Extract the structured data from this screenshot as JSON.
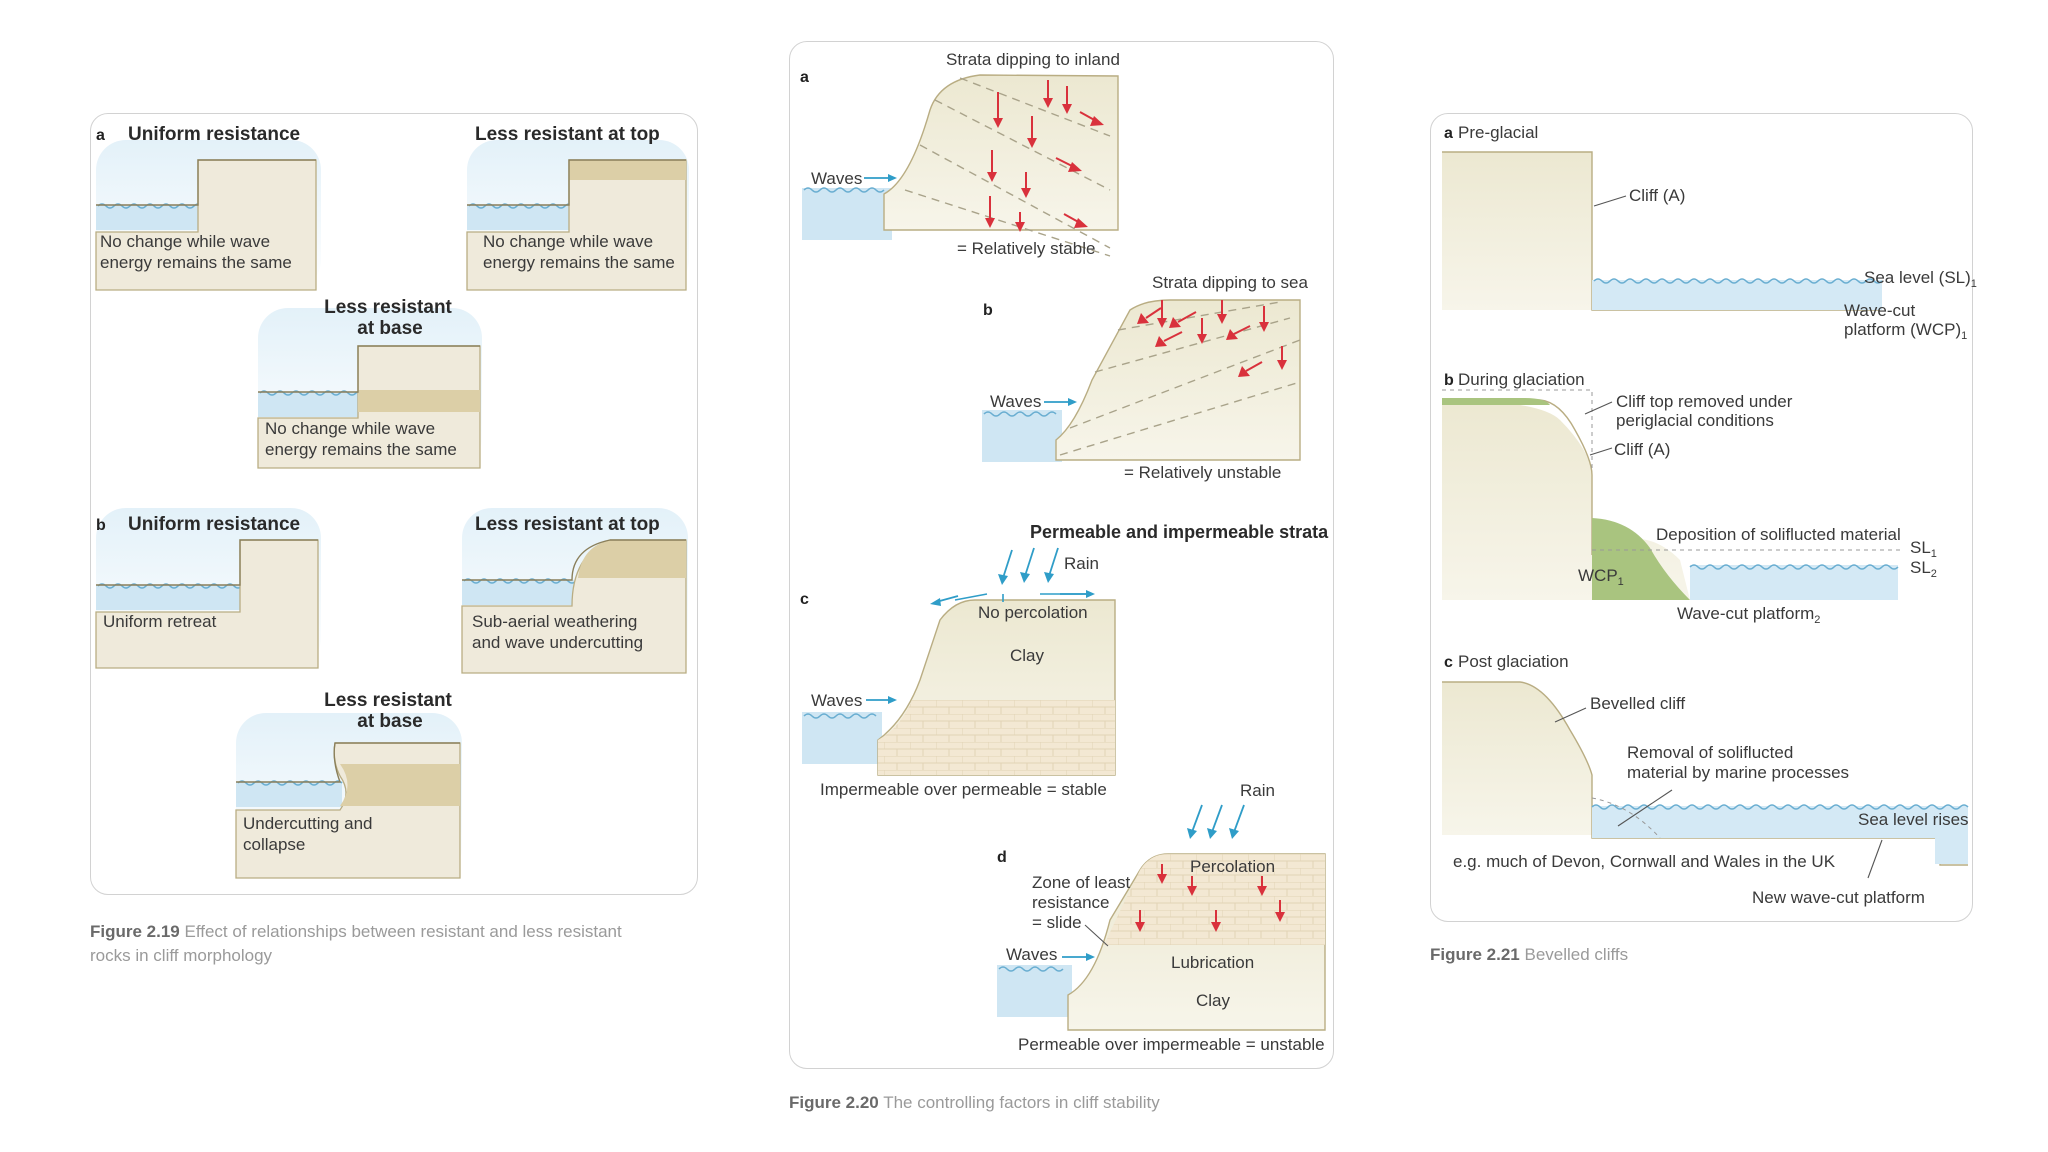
{
  "fig219": {
    "a_letter": "a",
    "b_letter": "b",
    "a1_title": "Uniform resistance",
    "a1_text1": "No change while wave",
    "a1_text2": "energy remains the same",
    "a2_title": "Less resistant at top",
    "a2_text1": "No change while wave",
    "a2_text2": "energy remains the same",
    "a3_title1": "Less resistant",
    "a3_title2": "at base",
    "a3_text1": "No change while wave",
    "a3_text2": "energy remains the same",
    "b1_title": "Uniform resistance",
    "b1_text": "Uniform retreat",
    "b2_title": "Less resistant at top",
    "b2_text1": "Sub-aerial weathering",
    "b2_text2": "and wave undercutting",
    "b3_title1": "Less resistant",
    "b3_title2": "at base",
    "b3_text1": "Undercutting and",
    "b3_text2": "collapse",
    "caption_label": "Figure 2.19",
    "caption_text1": "Effect of relationships between resistant and less resistant",
    "caption_text2": "rocks in cliff morphology"
  },
  "fig220": {
    "a_letter": "a",
    "a_title": "Strata dipping to inland",
    "a_waves": "Waves",
    "a_note": "= Relatively stable",
    "b_letter": "b",
    "b_title": "Strata dipping to sea",
    "b_waves": "Waves",
    "b_note": "= Relatively unstable",
    "c_letter": "c",
    "c_title": "Permeable and impermeable strata",
    "c_rain": "Rain",
    "c_noperc": "No percolation",
    "c_clay": "Clay",
    "c_waves": "Waves",
    "c_note": "Impermeable over permeable = stable",
    "d_letter": "d",
    "d_rain": "Rain",
    "d_perc": "Percolation",
    "d_zone1": "Zone of least",
    "d_zone2": "resistance",
    "d_zone3": "= slide",
    "d_waves": "Waves",
    "d_lub": "Lubrication",
    "d_clay": "Clay",
    "d_note": "Permeable over impermeable = unstable",
    "caption_label": "Figure 2.20",
    "caption_text": "The controlling factors in cliff stability"
  },
  "fig221": {
    "a_label": "a",
    "a_title": "Pre-glacial",
    "a_cliff": "Cliff (A)",
    "a_sl": "Sea level (SL)",
    "a_sl_sub": "1",
    "a_wcp1": "Wave-cut",
    "a_wcp2": "platform (WCP)",
    "a_wcp_sub": "1",
    "b_label": "b",
    "b_title": "During glaciation",
    "b_top1": "Cliff top removed under",
    "b_top2": "periglacial conditions",
    "b_cliff": "Cliff (A)",
    "b_depo": "Deposition of soliflucted material",
    "b_sl1": "SL",
    "b_sl1_sub": "1",
    "b_sl2": "SL",
    "b_sl2_sub": "2",
    "b_wcp": "WCP",
    "b_wcp_sub": "1",
    "b_wcp2": "Wave-cut platform",
    "b_wcp2_sub": "2",
    "c_label": "c",
    "c_title": "Post glaciation",
    "c_bevel": "Bevelled cliff",
    "c_removal1": "Removal of soliflucted",
    "c_removal2": "material by marine processes",
    "c_rises": "Sea level rises",
    "c_eg": "e.g. much of Devon, Cornwall and Wales in the UK",
    "c_new": "New wave-cut platform",
    "caption_label": "Figure 2.21",
    "caption_text": "Bevelled cliffs"
  },
  "colors": {
    "rock": "#ece8d2",
    "soft_rock": "#dccfa7",
    "sea": "#cfe6f3",
    "wave_line": "#6aaed1",
    "arrow_red": "#d9313c",
    "arrow_blue": "#2f9dc8",
    "solifluction_green": "#a9c47f"
  }
}
